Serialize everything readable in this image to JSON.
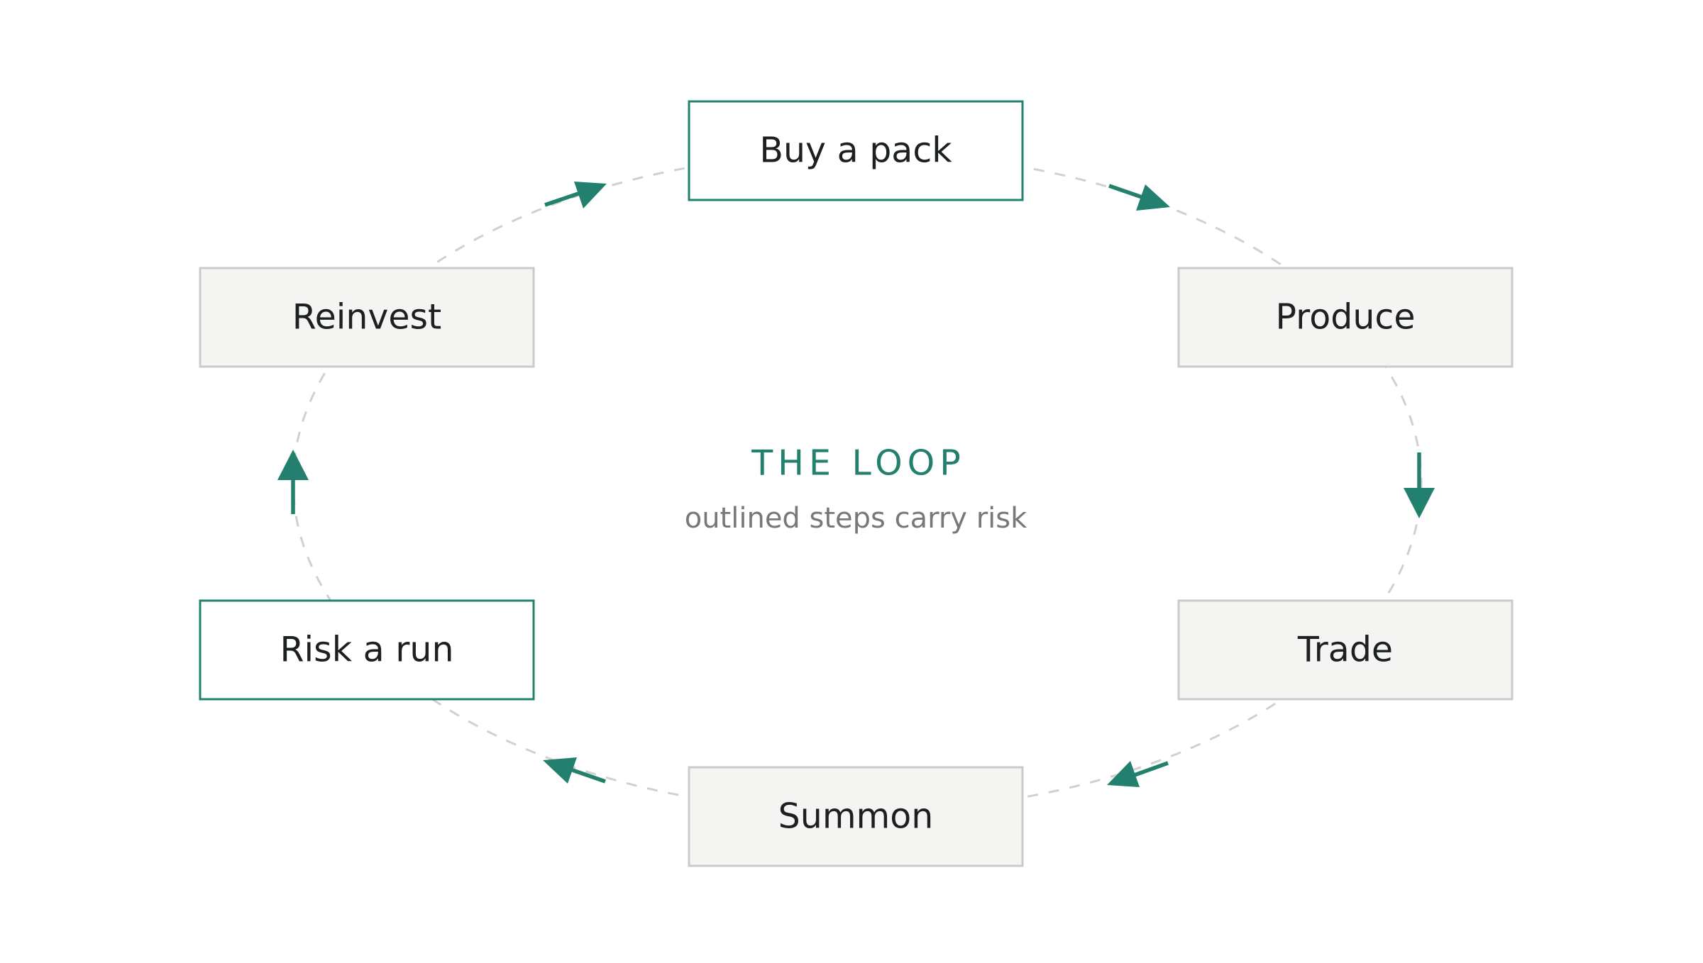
{
  "center": {
    "title": "THE LOOP",
    "subtitle": "outlined steps carry risk"
  },
  "nodes": [
    {
      "label": "Buy a pack",
      "risk": true
    },
    {
      "label": "Produce",
      "risk": false
    },
    {
      "label": "Trade",
      "risk": false
    },
    {
      "label": "Summon",
      "risk": false
    },
    {
      "label": "Risk a run",
      "risk": true
    },
    {
      "label": "Reinvest",
      "risk": false
    }
  ],
  "colors": {
    "accent": "#23806f",
    "box_fill": "#f4f5f3",
    "box_border": "#c8ccc9",
    "ring": "#cfd1d0",
    "text": "#1c201f",
    "muted": "#757a77"
  }
}
